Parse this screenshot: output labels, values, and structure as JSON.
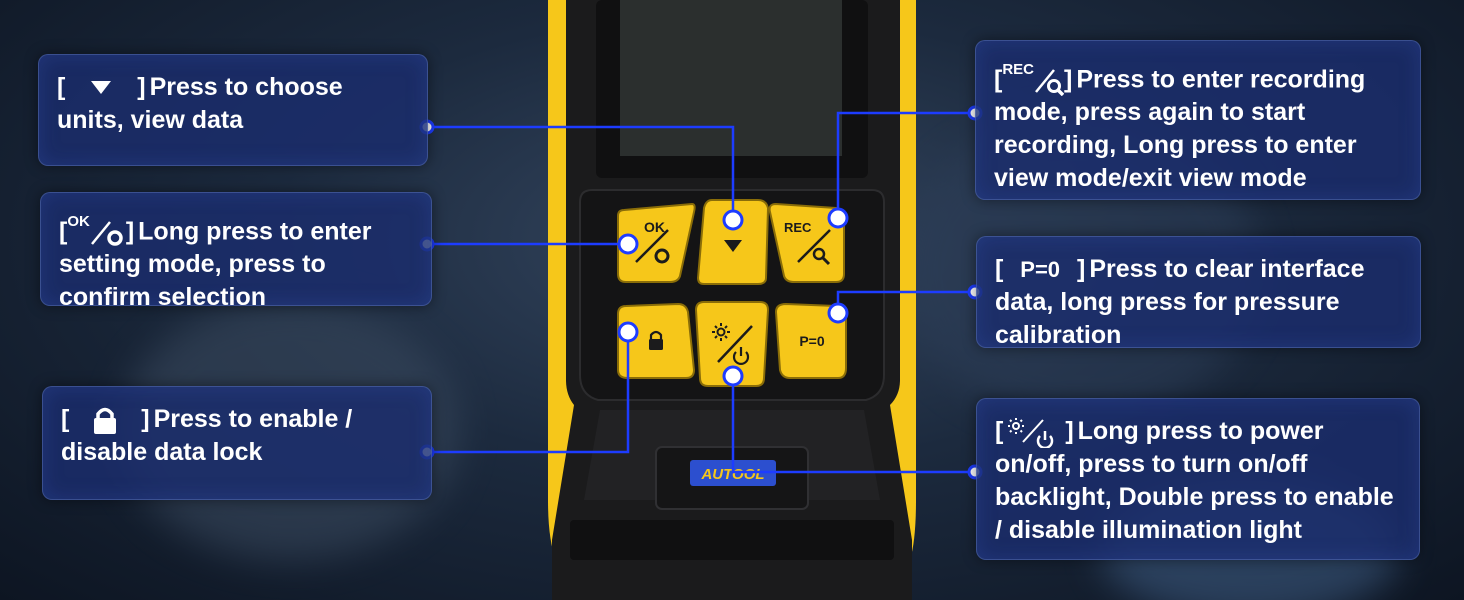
{
  "brand": {
    "logo_text": "AUTOOL"
  },
  "keypad": {
    "ok_label": "OK",
    "rec_label": "REC",
    "pzero_label": "P=0"
  },
  "callouts": {
    "down": {
      "open": "[",
      "close": "]",
      "text": "Press to choose units, view data"
    },
    "ok": {
      "open": "[",
      "close": "]",
      "sup": "OK",
      "text": "Long press to enter setting mode, press to confirm selection"
    },
    "lock": {
      "open": "[",
      "close": "]",
      "text": "Press to enable / disable data lock"
    },
    "rec": {
      "open": "[",
      "close": "]",
      "sup": "REC",
      "text": "Press to enter recording mode, press again to start recording, Long press to enter view mode/exit view mode"
    },
    "pzero": {
      "open": "[",
      "close": "]",
      "key": "P=0",
      "text": "Press to clear interface data, long press for pressure calibration"
    },
    "power": {
      "open": "[",
      "close": "]",
      "text": "Long press to power on/off, press to turn on/off backlight, Double press to enable / disable illumination light"
    }
  },
  "colors": {
    "accent_yellow": "#f6c71a",
    "device_black": "#1b1b1c",
    "connector_blue": "#1d3cff",
    "callout_bg": "#1b2d6e"
  }
}
